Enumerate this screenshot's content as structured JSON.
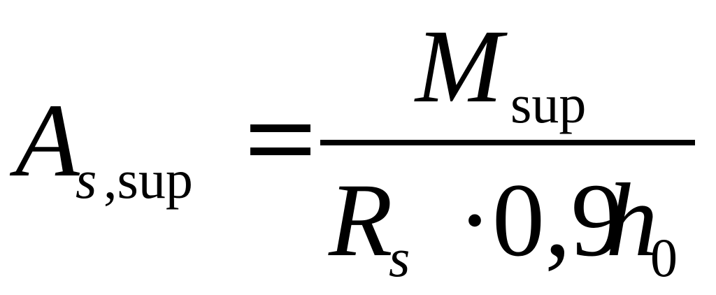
{
  "formula": {
    "lhs": {
      "main": "A",
      "subscript_italic": "s",
      "subscript_rest": ",sup"
    },
    "operator": "=",
    "numerator": {
      "main": "M",
      "subscript": "sup"
    },
    "denominator": {
      "main": "R",
      "subscript": "s",
      "middle": "·0,9",
      "variable": "h",
      "variable_subscript": "0"
    }
  }
}
